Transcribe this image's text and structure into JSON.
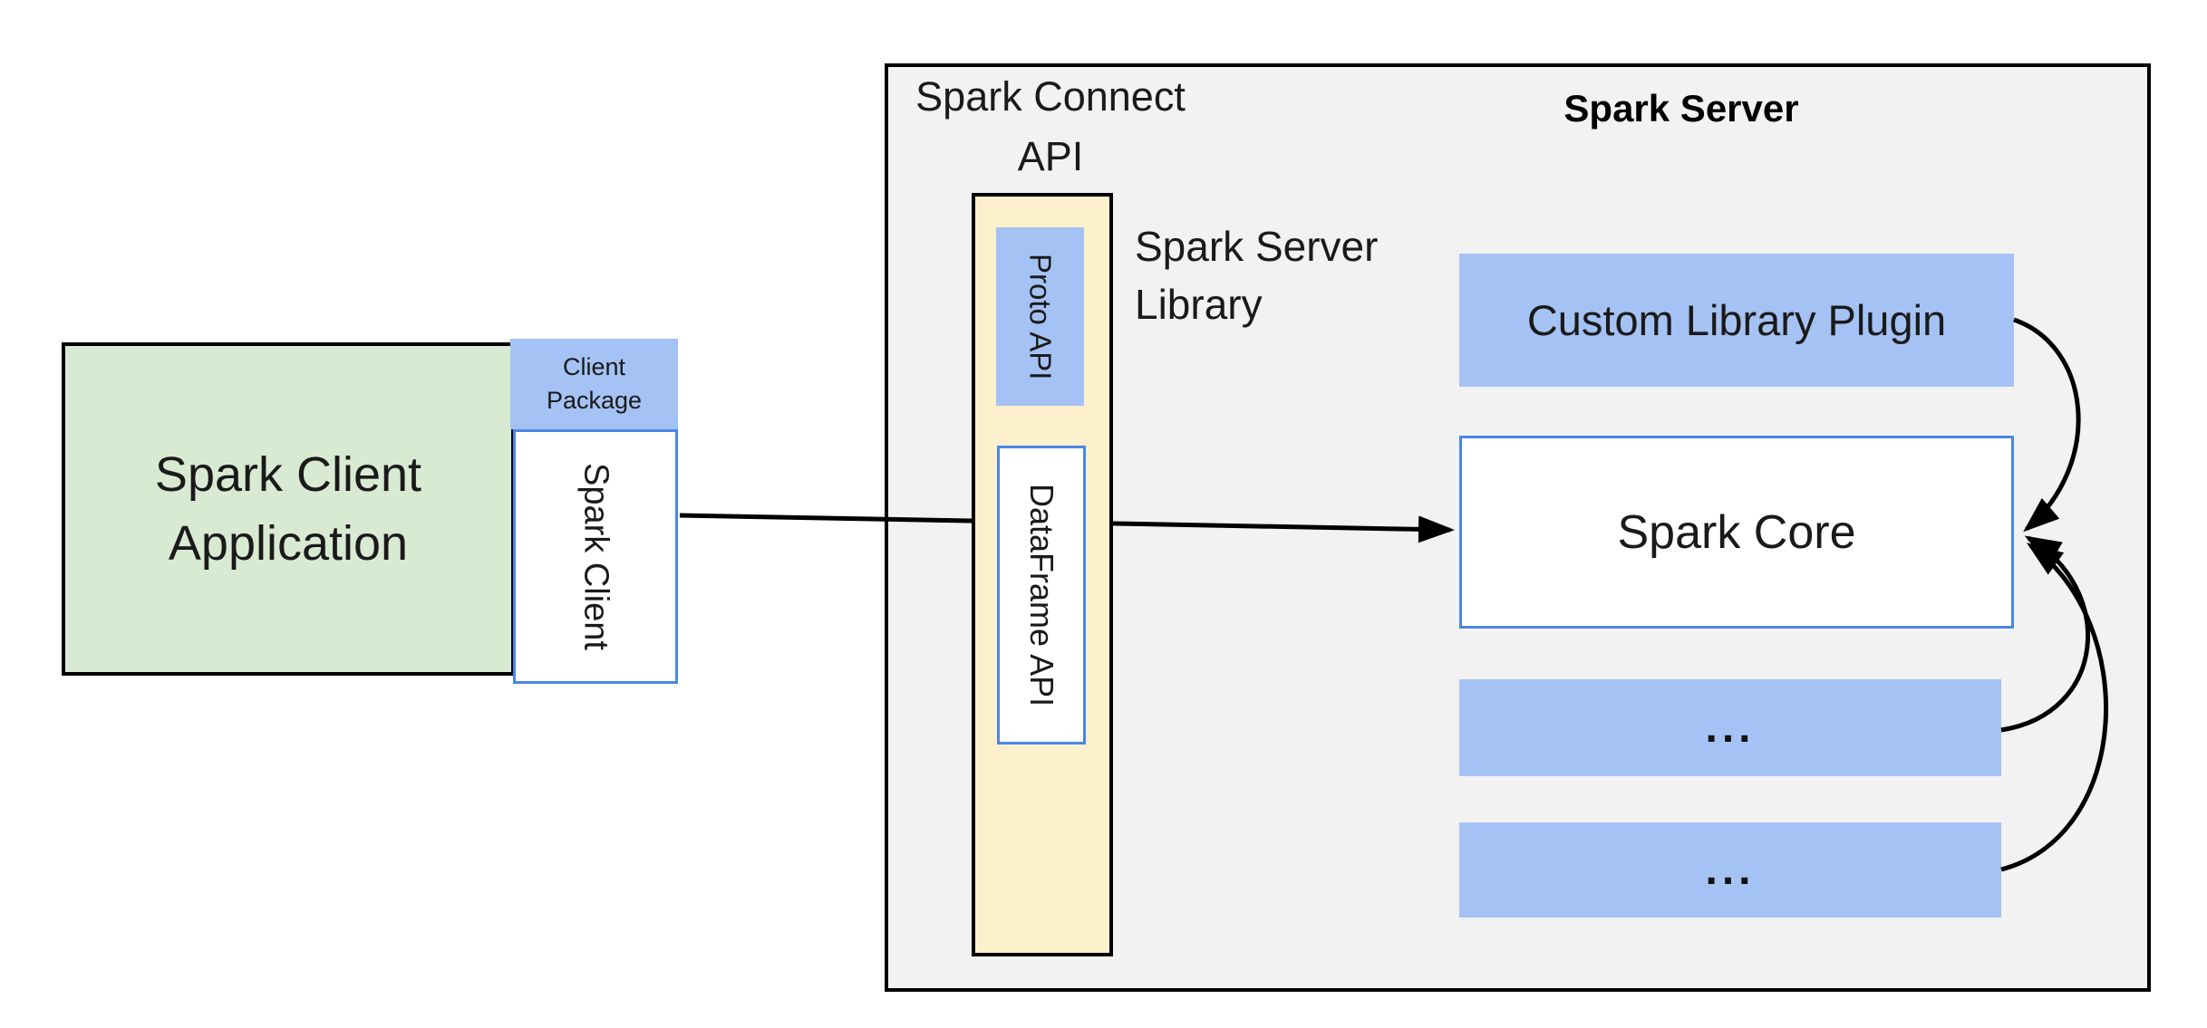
{
  "diagram": {
    "title_area": {
      "connect_api_line1": "Spark Connect",
      "connect_api_line2": "API",
      "server_title": "Spark Server"
    },
    "client": {
      "app_line1": "Spark Client",
      "app_line2": "Application",
      "package_line1": "Client",
      "package_line2": "Package",
      "spark_client_label": "Spark Client"
    },
    "connect_column": {
      "proto_api_label": "Proto API",
      "dataframe_api_label": "DataFrame API",
      "server_library_line1": "Spark Server",
      "server_library_line2": "Library"
    },
    "server": {
      "custom_plugin_label": "Custom Library Plugin",
      "spark_core_label": "Spark Core",
      "plugin_slot_1_label": "...",
      "plugin_slot_2_label": "..."
    },
    "colors": {
      "page_background": "#ffffff",
      "container_background": "#f2f2f2",
      "green_fill": "#d9ead3",
      "blue_fill": "#a4c2f4",
      "blue_border": "#4a86e8",
      "yellow_fill": "#fdf0cd",
      "outline_black": "#000000",
      "arrow_black": "#000000",
      "text": "#1a1a1a"
    }
  }
}
